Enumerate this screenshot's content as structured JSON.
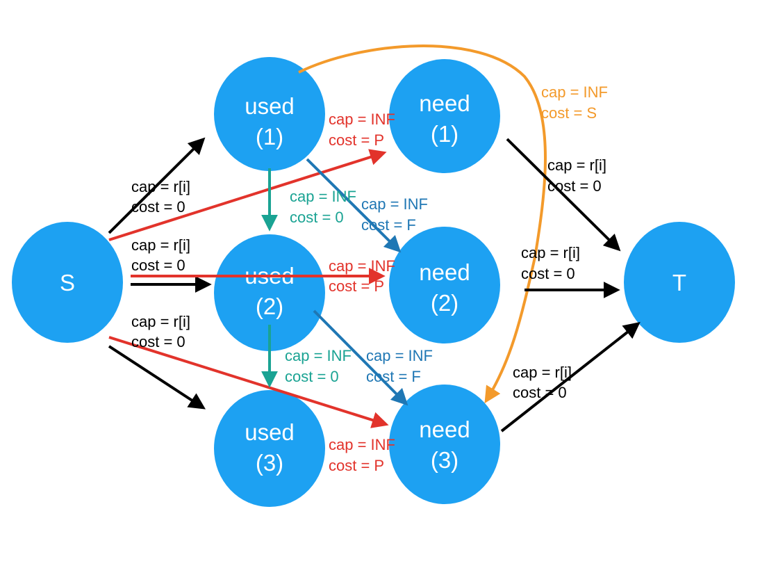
{
  "colors": {
    "node": "#1da1f2",
    "node_text": "#ffffff",
    "source_edge": "#000000",
    "buy_edge": "#e2332b",
    "keep_edge": "#1aa393",
    "wash_edge": "#1f77b4",
    "slow_edge": "#f39a2b"
  },
  "nodes": [
    {
      "id": "S",
      "lines": [
        "S"
      ]
    },
    {
      "id": "used1",
      "lines": [
        "used",
        "(1)"
      ]
    },
    {
      "id": "used2",
      "lines": [
        "used",
        "(2)"
      ]
    },
    {
      "id": "used3",
      "lines": [
        "used",
        "(3)"
      ]
    },
    {
      "id": "need1",
      "lines": [
        "need",
        "(1)"
      ]
    },
    {
      "id": "need2",
      "lines": [
        "need",
        "(2)"
      ]
    },
    {
      "id": "need3",
      "lines": [
        "need",
        "(3)"
      ]
    },
    {
      "id": "T",
      "lines": [
        "T"
      ]
    }
  ],
  "labels": {
    "s_used1": [
      "cap = r[i]",
      "cost = 0"
    ],
    "s_used2": [
      "cap = r[i]",
      "cost = 0"
    ],
    "s_used3": [
      "cap = r[i]",
      "cost = 0"
    ],
    "used1_need1": [
      "cap = INF",
      "cost = P"
    ],
    "used2_need2": [
      "cap = INF",
      "cost = P"
    ],
    "used3_need3": [
      "cap = INF",
      "cost = P"
    ],
    "used1_used2": [
      "cap = INF",
      "cost = 0"
    ],
    "used2_used3": [
      "cap = INF",
      "cost = 0"
    ],
    "used1_need2": [
      "cap = INF",
      "cost = F"
    ],
    "used2_need3": [
      "cap = INF",
      "cost = F"
    ],
    "used1_need3": [
      "cap = INF",
      "cost = S"
    ],
    "need1_t": [
      "cap = r[i]",
      "cost = 0"
    ],
    "need2_t": [
      "cap = r[i]",
      "cost = 0"
    ],
    "need3_t": [
      "cap = r[i]",
      "cost = 0"
    ]
  }
}
